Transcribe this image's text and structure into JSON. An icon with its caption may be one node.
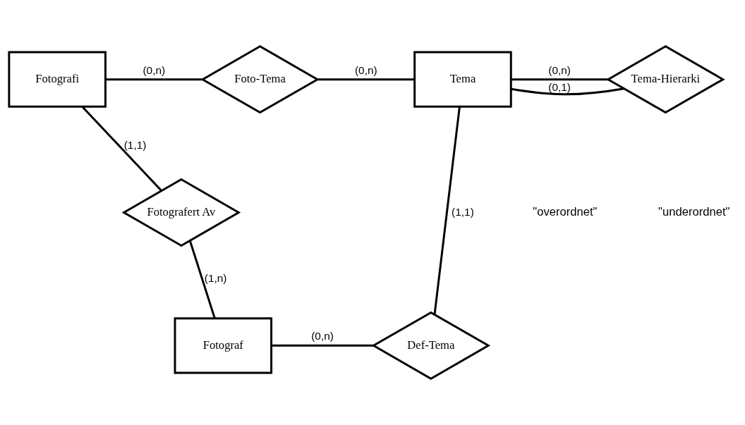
{
  "diagram": {
    "nodes": [
      {
        "text": [
          "Fotografi"
        ]
      },
      {
        "text": [
          "Foto-Tema"
        ]
      },
      {
        "text": [
          "Tema"
        ]
      },
      {
        "text": [
          "Tema-Hierarki"
        ]
      },
      {
        "text": [
          "Fotografert Av"
        ]
      },
      {
        "text": [
          "Fotograf"
        ]
      },
      {
        "text": [
          "Def-Tema"
        ]
      }
    ],
    "edges": [
      {
        "from": 0,
        "to": 1,
        "arrow": "none",
        "label": "(0,n)"
      },
      {
        "from": 1,
        "to": 2,
        "arrow": "none",
        "label": "(0,n)"
      },
      {
        "from": 2,
        "to": 3,
        "arrow": "none",
        "label": "(0,n)"
      },
      {
        "from": 2,
        "to": 3,
        "arrow": "none",
        "label": "(0,1)"
      },
      {
        "from": 0,
        "to": 4,
        "arrow": "none",
        "label": "(1,1)"
      },
      {
        "from": 4,
        "to": 5,
        "arrow": "none",
        "label": "(1,n)"
      },
      {
        "from": 5,
        "to": 6,
        "arrow": "none",
        "label": "(0,n)"
      },
      {
        "from": 6,
        "to": 2,
        "arrow": "none",
        "label": "(1,1)"
      }
    ],
    "labels": [
      "\"overordnet\"",
      "\"underordnet\""
    ]
  }
}
